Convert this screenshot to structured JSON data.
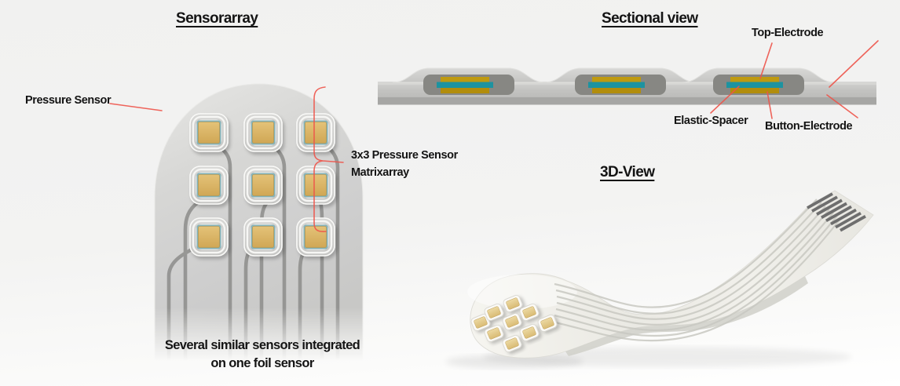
{
  "figure": {
    "sensorarray": {
      "title": "Sensorarray",
      "pressure_sensor_label": "Pressure Sensor",
      "matrix_label_line1": "3x3 Pressure Sensor",
      "matrix_label_line2": "Matrixarray",
      "caption_line1": "Several similar sensors integrated",
      "caption_line2": "on one foil sensor",
      "grid_rows": 3,
      "grid_cols": 3,
      "sensor_count": 9
    },
    "sectional_view": {
      "title": "Sectional view",
      "top_electrode_label": "Top-Electrode",
      "elastic_spacer_label": "Elastic-Spacer",
      "button_electrode_label": "Button-Electrode",
      "bump_count": 3
    },
    "three_d_view": {
      "title": "3D-View",
      "connector_finger_count": 8
    }
  },
  "colors": {
    "annotation_red": "#ee544a",
    "pad_gold": "#d9b566",
    "pad_teal_ring": "#85b3b9",
    "section_electrode_gold": "#bf9a10",
    "section_spacer_teal": "#1d93a0",
    "foil_gray": "#d2d2d0",
    "trace_gray": "#8d8d8b",
    "connector_dark": "#6e6e6e"
  }
}
